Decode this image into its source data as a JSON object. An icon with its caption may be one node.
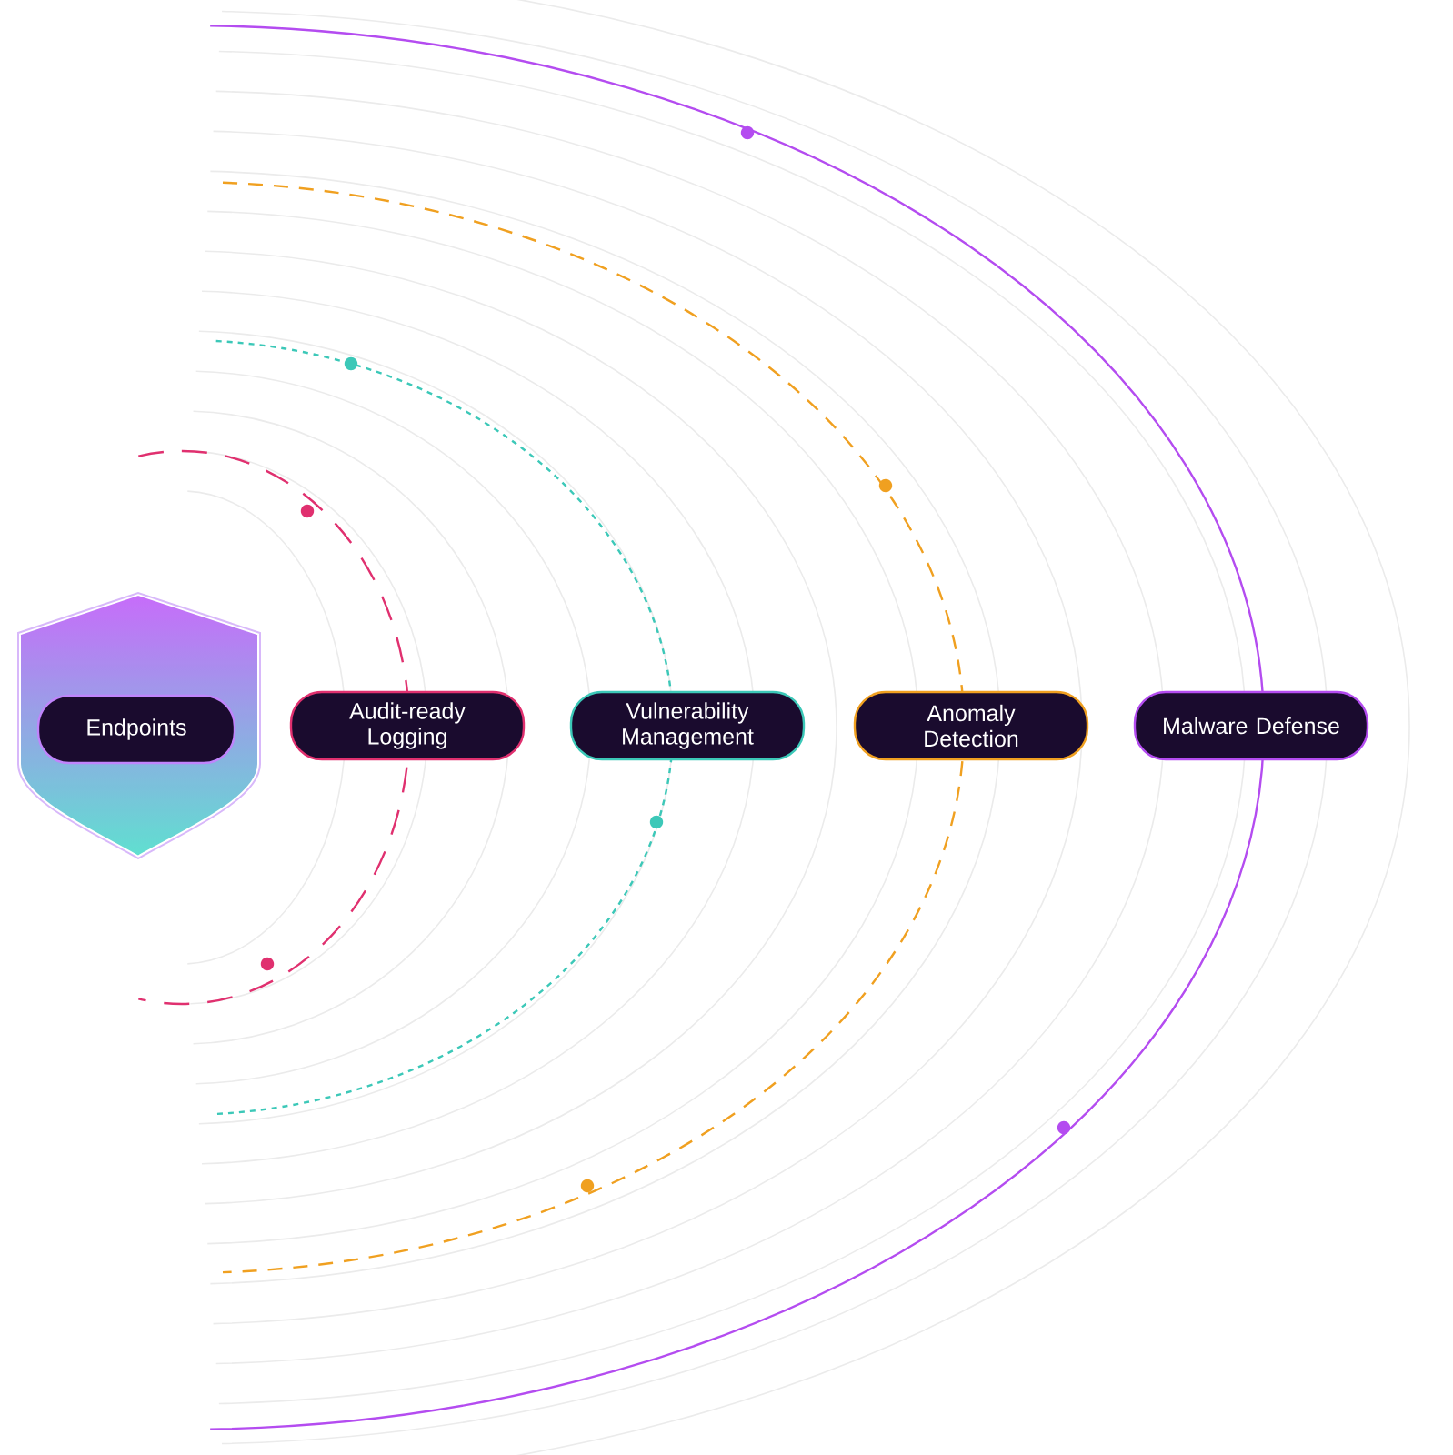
{
  "diagram": {
    "nodes": [
      {
        "text": [
          "Endpoints"
        ]
      },
      {
        "text": [
          "Audit-ready Logging"
        ]
      },
      {
        "text": [
          "Vulnerability Management"
        ]
      },
      {
        "text": [
          "Anomaly Detection"
        ]
      },
      {
        "text": [
          "Malware Defense"
        ]
      }
    ]
  }
}
